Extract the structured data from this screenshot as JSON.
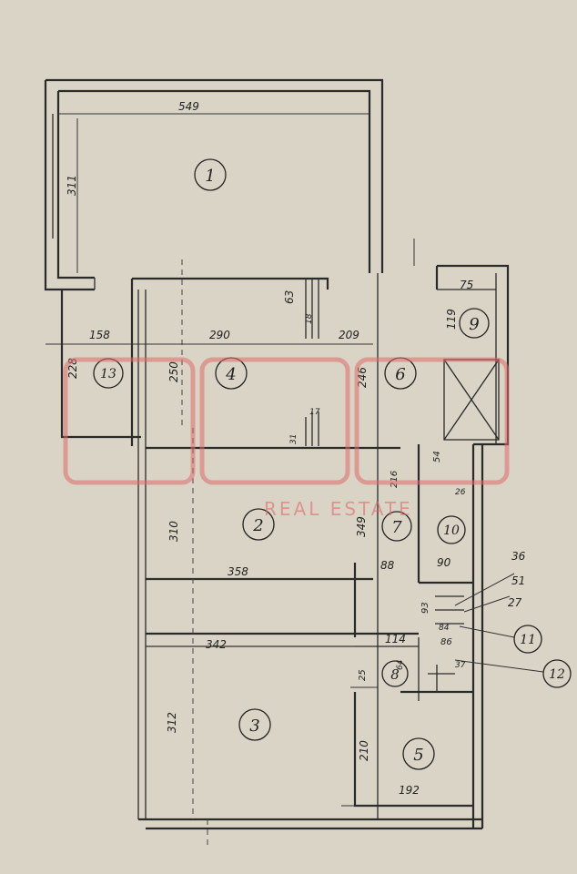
{
  "rooms": [
    {
      "id": "1"
    },
    {
      "id": "2"
    },
    {
      "id": "3"
    },
    {
      "id": "4"
    },
    {
      "id": "5"
    },
    {
      "id": "6"
    },
    {
      "id": "7"
    },
    {
      "id": "8"
    },
    {
      "id": "9"
    },
    {
      "id": "10"
    },
    {
      "id": "11"
    },
    {
      "id": "12"
    },
    {
      "id": "13"
    }
  ],
  "dimensions": {
    "d549": "549",
    "d311": "311",
    "d158": "158",
    "d290": "290",
    "d209": "209",
    "d63": "63",
    "d18": "18",
    "d75": "75",
    "d119": "119",
    "d228": "228",
    "d250": "250",
    "d246": "246",
    "d31": "31",
    "d17": "17",
    "d54": "54",
    "d26": "26",
    "d216": "216",
    "d310": "310",
    "d349": "349",
    "d90": "90",
    "d358": "358",
    "d88": "88",
    "d36": "36",
    "d51": "51",
    "d93": "93",
    "d27": "27",
    "d342": "342",
    "d114": "114",
    "d86": "86",
    "d84": "84",
    "d25": "25",
    "d64": "64",
    "d37": "37",
    "d312": "312",
    "d210": "210",
    "d192": "192"
  },
  "watermark": {
    "subtitle": "REAL ESTATE"
  },
  "colors": {
    "paper": "#d9d4c5",
    "ink": "#2a2a2a",
    "watermark": "#e06a6a"
  }
}
